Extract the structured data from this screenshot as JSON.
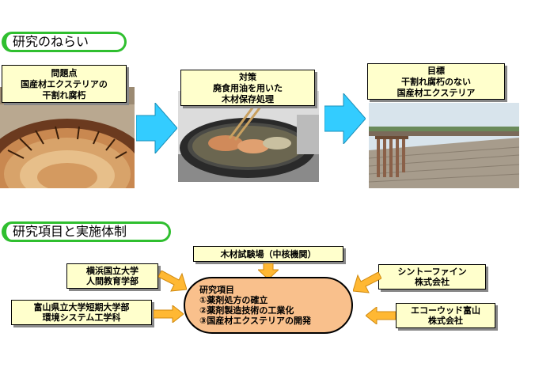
{
  "section1": {
    "title": "研究のねらい"
  },
  "section2": {
    "title": "研究項目と実施体制"
  },
  "panels": [
    {
      "lines": [
        "問題点",
        "国産材エクステリアの",
        "干割れ腐朽"
      ]
    },
    {
      "lines": [
        "対策",
        "廃食用油を用いた",
        "木材保存処理"
      ]
    },
    {
      "lines": [
        "目標",
        "干割れ腐朽のない",
        "国産材エクステリア"
      ]
    }
  ],
  "organizations": {
    "top": [
      "木材試験場（中核機関）"
    ],
    "left_top": [
      "横浜国立大学",
      "人間教育学部"
    ],
    "left_bottom": [
      "富山県立大学短期大学部",
      "環境システム工学科"
    ],
    "right_top": [
      "シントーファイン",
      "株式会社"
    ],
    "right_bottom": [
      "エコーウッド富山",
      "株式会社"
    ]
  },
  "research_items": {
    "heading": "研究項目",
    "items": [
      "①薬剤処方の確立",
      "②薬剤製造技術の工業化",
      "③国産材エクステリアの開発"
    ]
  },
  "colors": {
    "tab_border": "#2fbf2f",
    "label_fill": "#ffffcc",
    "arrow_blue": "#33ccff",
    "arrow_orange": "#ffb833",
    "pill_fill": "#f9c08c"
  }
}
